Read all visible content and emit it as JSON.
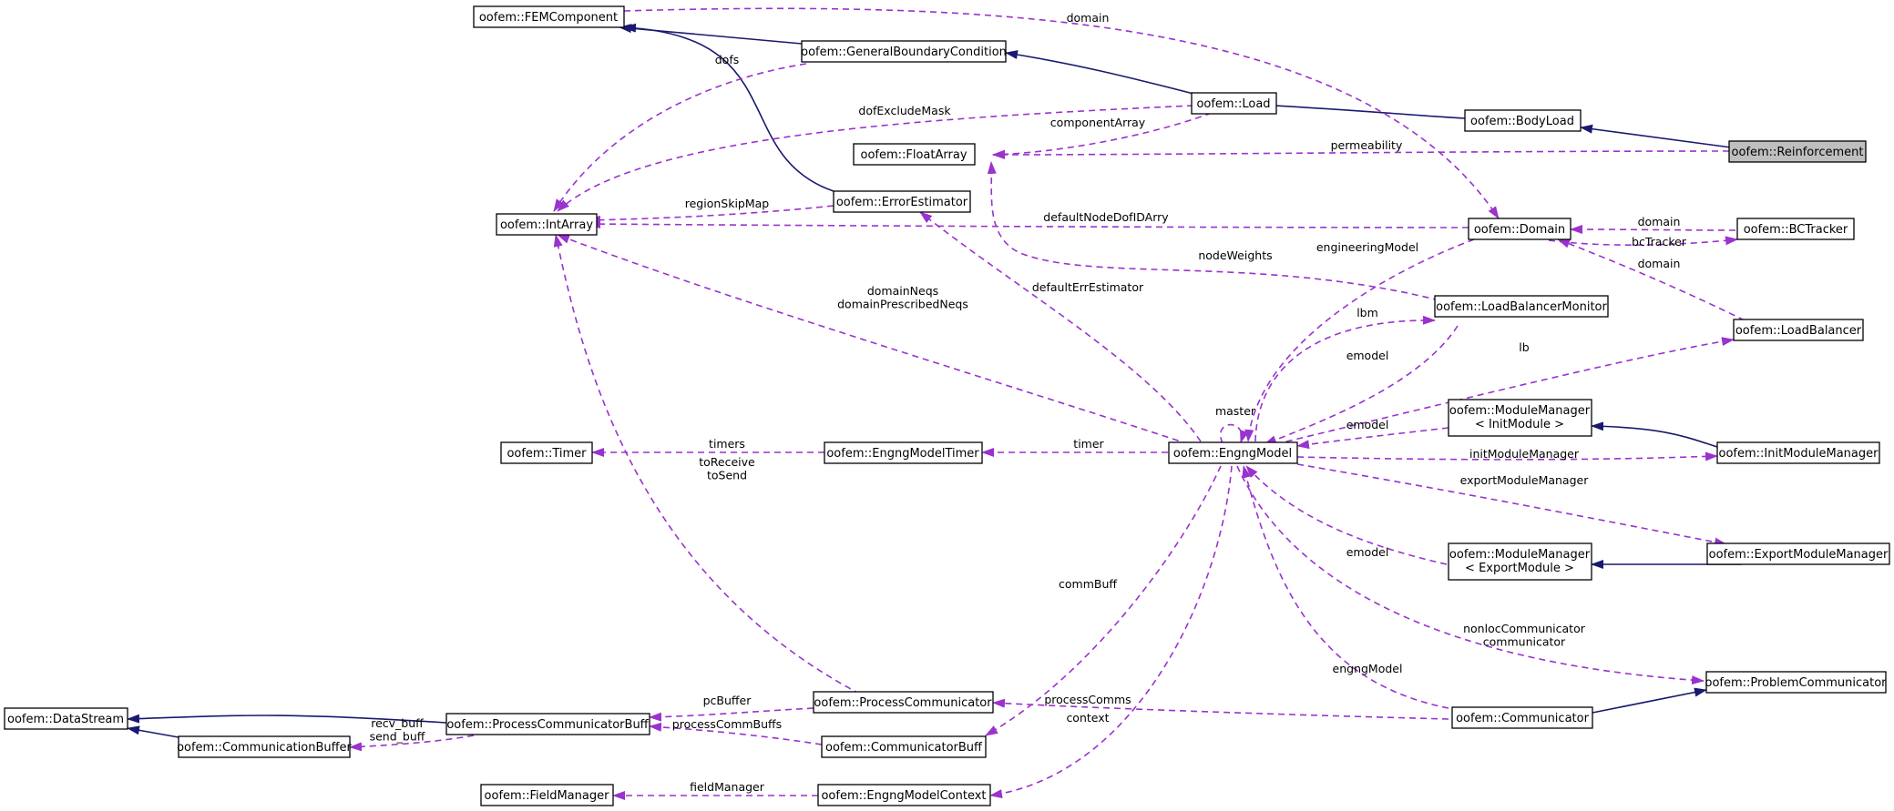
{
  "nodes": {
    "fem": [
      "oofem::FEMComponent"
    ],
    "gbc": [
      "oofem::GeneralBoundaryCondition"
    ],
    "load": [
      "oofem::Load"
    ],
    "bodyload": [
      "oofem::BodyLoad"
    ],
    "reinf": [
      "oofem::Reinforcement"
    ],
    "floatarray": [
      "oofem::FloatArray"
    ],
    "intarray": [
      "oofem::IntArray"
    ],
    "errest": [
      "oofem::ErrorEstimator"
    ],
    "domain": [
      "oofem::Domain"
    ],
    "bctracker": [
      "oofem::BCTracker"
    ],
    "lbm": [
      "oofem::LoadBalancerMonitor"
    ],
    "lb": [
      "oofem::LoadBalancer"
    ],
    "mmi": [
      "oofem::ModuleManager",
      "< InitModule >"
    ],
    "timer": [
      "oofem::Timer"
    ],
    "emtimer": [
      "oofem::EngngModelTimer"
    ],
    "engng": [
      "oofem::EngngModel"
    ],
    "initmm": [
      "oofem::InitModuleManager"
    ],
    "exportmm": [
      "oofem::ExportModuleManager"
    ],
    "mme": [
      "oofem::ModuleManager",
      "< ExportModule >"
    ],
    "probcomm": [
      "oofem::ProblemCommunicator"
    ],
    "datastream": [
      "oofem::DataStream"
    ],
    "pcbuff": [
      "oofem::ProcessCommunicatorBuff"
    ],
    "pcomm": [
      "oofem::ProcessCommunicator"
    ],
    "comm": [
      "oofem::Communicator"
    ],
    "commbuf": [
      "oofem::CommunicationBuffer"
    ],
    "combuff": [
      "oofem::CommunicatorBuff"
    ],
    "fieldmgr": [
      "oofem::FieldManager"
    ],
    "emctx": [
      "oofem::EngngModelContext"
    ]
  },
  "edge_labels": {
    "domain_top": [
      "domain"
    ],
    "dofs": [
      "dofs"
    ],
    "dofexclude": [
      "dofExcludeMask"
    ],
    "componentarray": [
      "componentArray"
    ],
    "permeability": [
      "permeability"
    ],
    "regionskip": [
      "regionSkipMap"
    ],
    "defaultnode": [
      "defaultNodeDofIDArry"
    ],
    "domain_bct": [
      "domain"
    ],
    "bctracker": [
      "bcTracker"
    ],
    "domain_lb": [
      "domain"
    ],
    "nodeweights": [
      "nodeWeights"
    ],
    "engmodel": [
      "engineeringModel"
    ],
    "defaulterr": [
      "defaultErrEstimator"
    ],
    "neqs": [
      "domainNeqs",
      "domainPrescribedNeqs"
    ],
    "lbm": [
      "lbm"
    ],
    "lb": [
      "lb"
    ],
    "emodel_lbm": [
      "emodel"
    ],
    "master": [
      "master"
    ],
    "emodel_mmi": [
      "emodel"
    ],
    "timers": [
      "timers"
    ],
    "toreceive": [
      "toReceive",
      "toSend"
    ],
    "timer": [
      "timer"
    ],
    "initmm": [
      "initModuleManager"
    ],
    "exportmm": [
      "exportModuleManager"
    ],
    "emodel_mme": [
      "emodel"
    ],
    "commbuff": [
      "commBuff"
    ],
    "nonloc": [
      "nonlocCommunicator",
      "communicator"
    ],
    "engngmodel": [
      "engngModel"
    ],
    "pcbuffer": [
      "pcBuffer"
    ],
    "recvbuff": [
      "recv_buff",
      "send_buff"
    ],
    "processcomms": [
      "processComms"
    ],
    "processcommbuffs": [
      "processCommBuffs"
    ],
    "context": [
      "context"
    ],
    "fieldmanager": [
      "fieldManager"
    ]
  },
  "colors": {
    "inheritance": "#191970",
    "usage": "#9a32cd",
    "focus_fill": "#bfbfbf"
  }
}
